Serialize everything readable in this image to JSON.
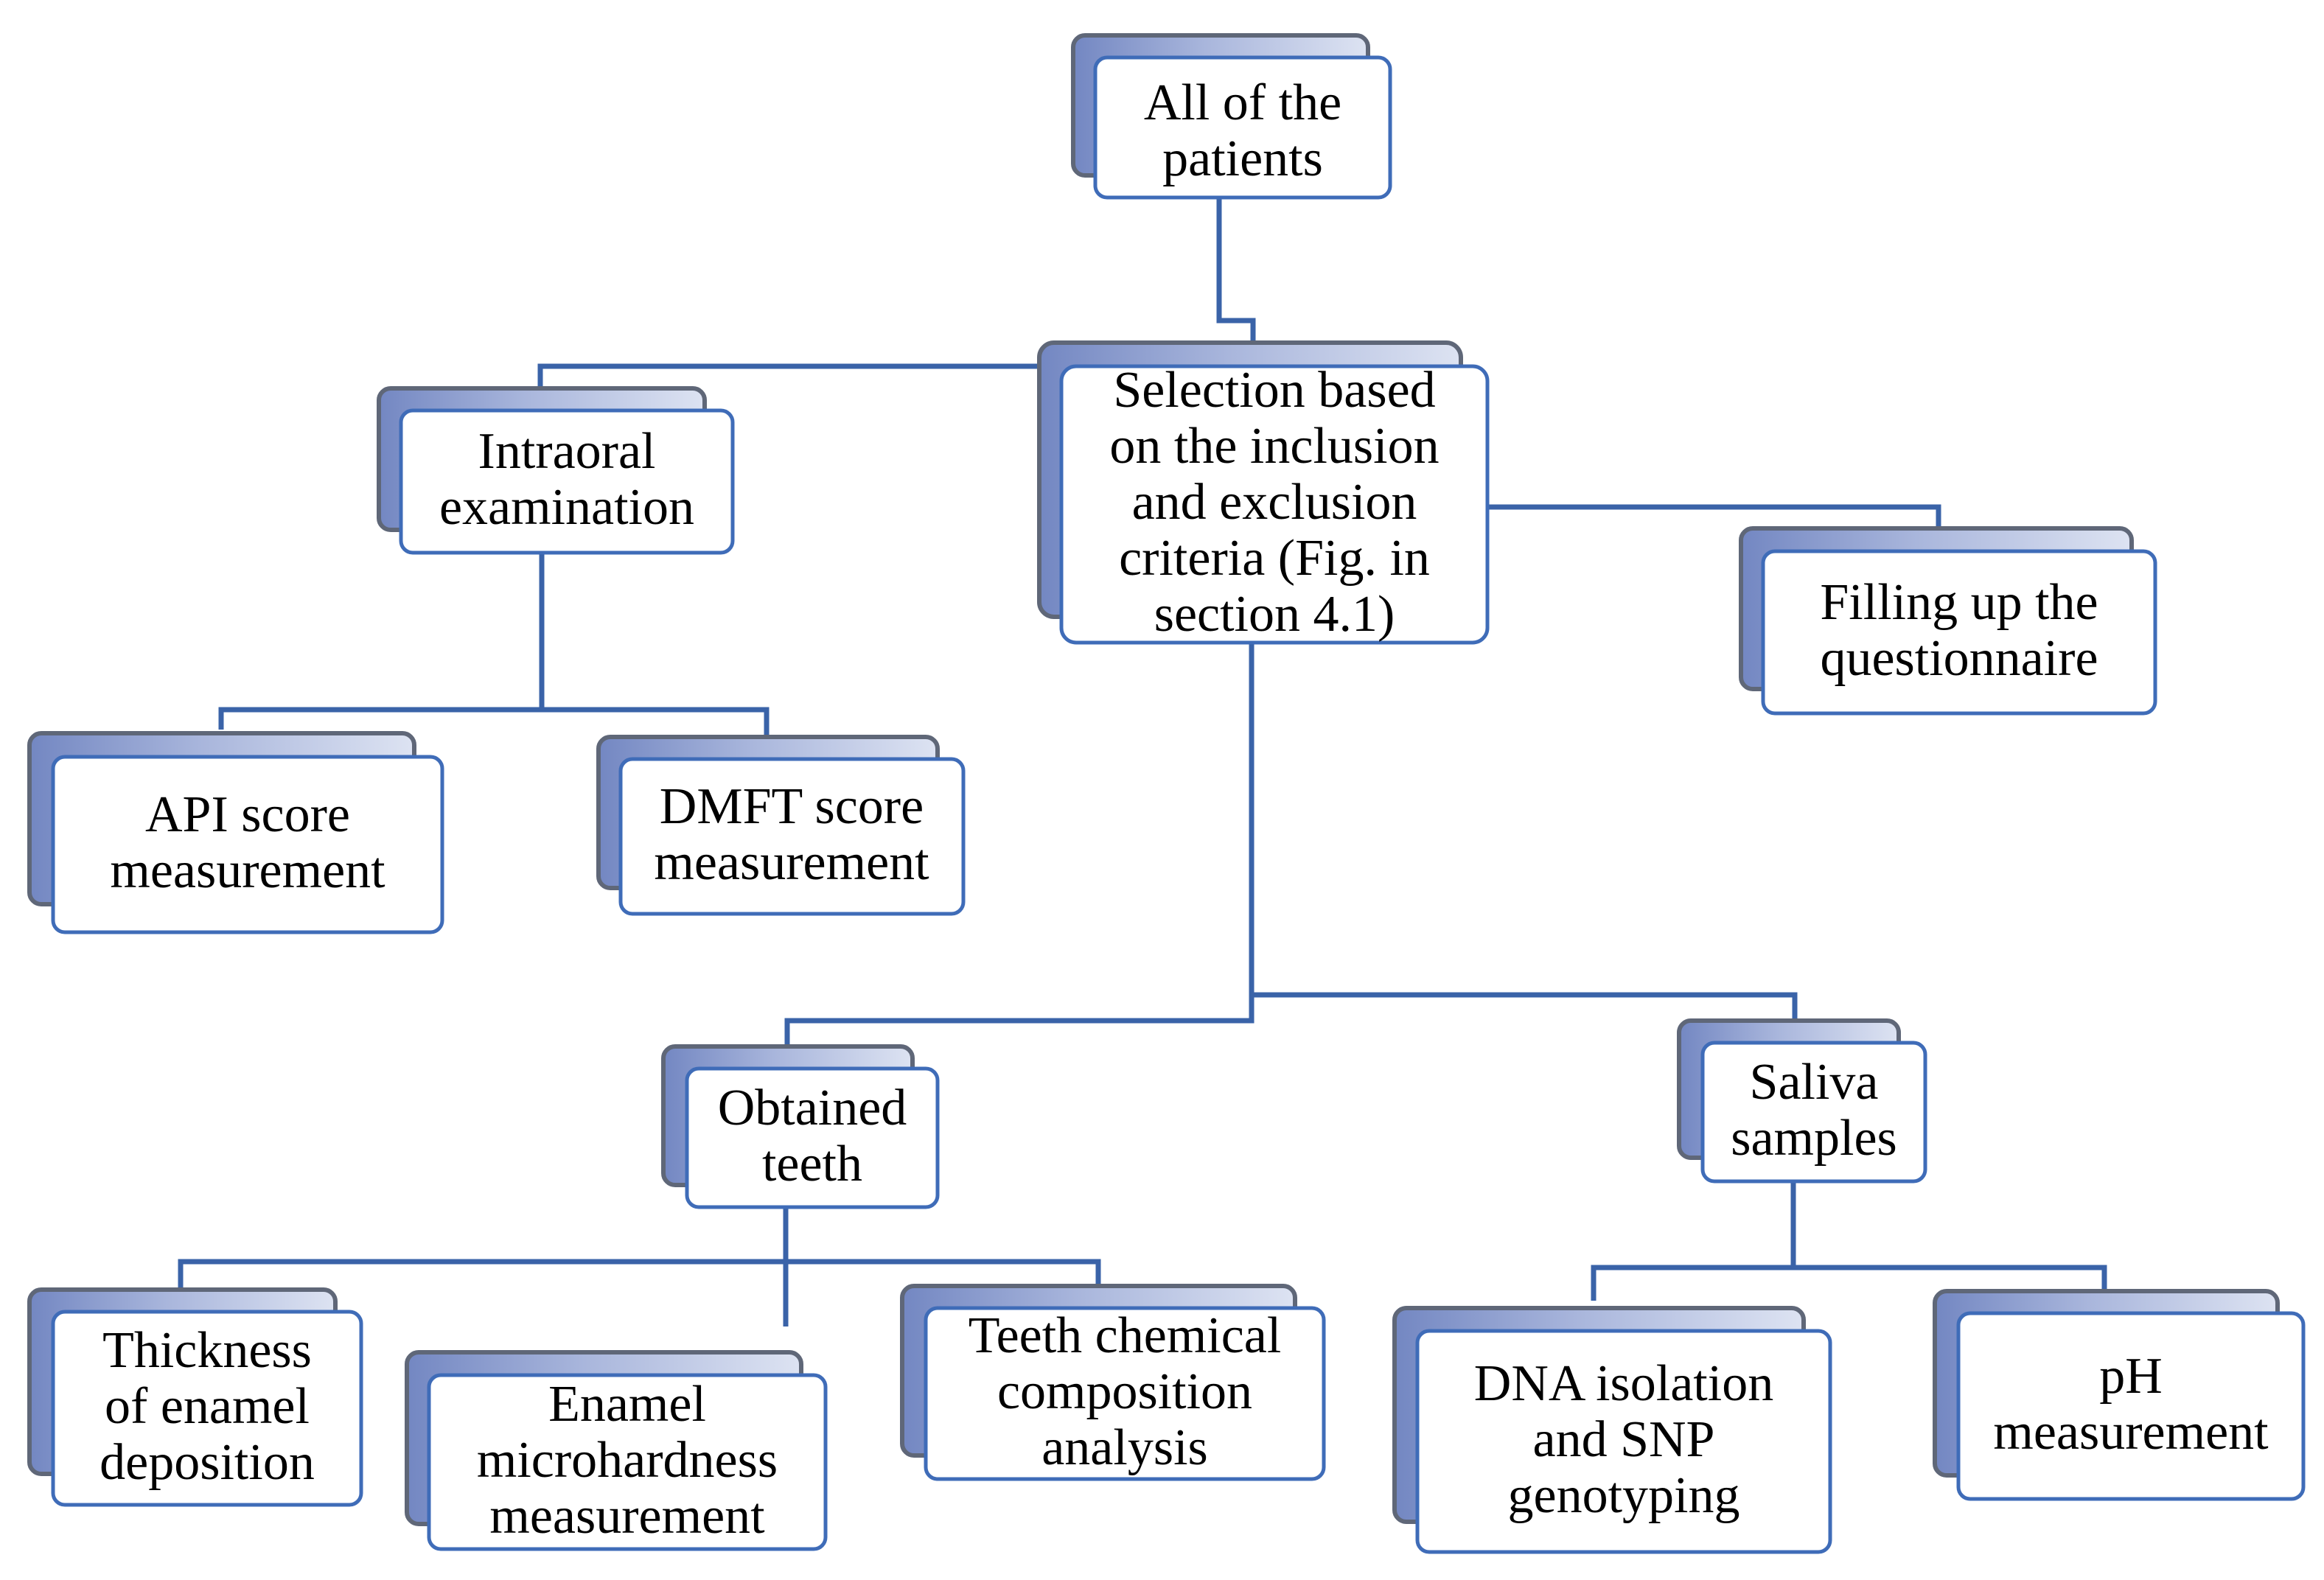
{
  "diagram": {
    "colors": {
      "connector": "#3a63a8",
      "box_border": "#3f6cb8",
      "shadow_fill": "#8e9fcf"
    },
    "nodes": [
      {
        "id": "patients",
        "lines": [
          "All of the",
          "patients"
        ]
      },
      {
        "id": "selection",
        "lines": [
          "Selection based",
          "on the inclusion",
          "and exclusion",
          "criteria (Fig. in",
          "section 4.1)"
        ]
      },
      {
        "id": "intraoral",
        "lines": [
          "Intraoral",
          "examination"
        ]
      },
      {
        "id": "questionnaire",
        "lines": [
          "Filling up the",
          "questionnaire"
        ]
      },
      {
        "id": "api",
        "lines": [
          "API score",
          "measurement"
        ]
      },
      {
        "id": "dmft",
        "lines": [
          "DMFT score",
          "measurement"
        ]
      },
      {
        "id": "teeth",
        "lines": [
          "Obtained",
          "teeth"
        ]
      },
      {
        "id": "saliva",
        "lines": [
          "Saliva",
          "samples"
        ]
      },
      {
        "id": "thickness",
        "lines": [
          "Thickness",
          "of enamel",
          "deposition"
        ]
      },
      {
        "id": "microhardness",
        "lines": [
          "Enamel",
          "microhardness",
          "measurement"
        ]
      },
      {
        "id": "chemical",
        "lines": [
          "Teeth chemical",
          "composition",
          "analysis"
        ]
      },
      {
        "id": "dna",
        "lines": [
          "DNA isolation",
          "and SNP",
          "genotyping"
        ]
      },
      {
        "id": "ph",
        "lines": [
          "pH",
          "measurement"
        ]
      }
    ]
  }
}
